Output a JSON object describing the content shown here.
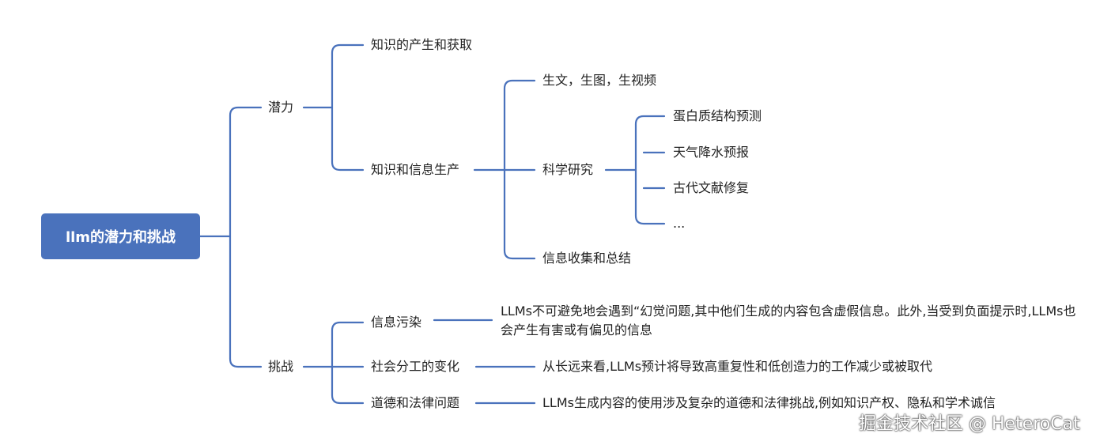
{
  "root": {
    "label": "llm的潜力和挑战"
  },
  "potential": {
    "label": "潜力",
    "items": [
      {
        "label": "知识的产生和获取"
      },
      {
        "label": "知识和信息生产",
        "children": [
          {
            "label": "生文，生图，生视频"
          },
          {
            "label": "科学研究",
            "children": [
              "蛋白质结构预测",
              "天气降水预报",
              "古代文献修复",
              "..."
            ]
          },
          {
            "label": "信息收集和总结"
          }
        ]
      }
    ]
  },
  "challenges": {
    "label": "挑战",
    "items": [
      {
        "label": "信息污染",
        "detail": "LLMs不可避免地会遇到“幻觉问题,其中他们生成的内容包含虚假信息。此外,当受到负面提示时,LLMs也会产生有害或有偏见的信息"
      },
      {
        "label": "社会分工的变化",
        "detail": "从长远来看,LLMs预计将导致高重复性和低创造力的工作减少或被取代"
      },
      {
        "label": "道德和法律问题",
        "detail": "LLMs生成内容的使用涉及复杂的道德和法律挑战,例如知识产权、隐私和学术诚信"
      }
    ]
  },
  "watermark": "掘金技术社区 @ HeteroCat",
  "colors": {
    "root_bg": "#4a72bc",
    "line": "#4a72bc",
    "text": "#222222"
  }
}
